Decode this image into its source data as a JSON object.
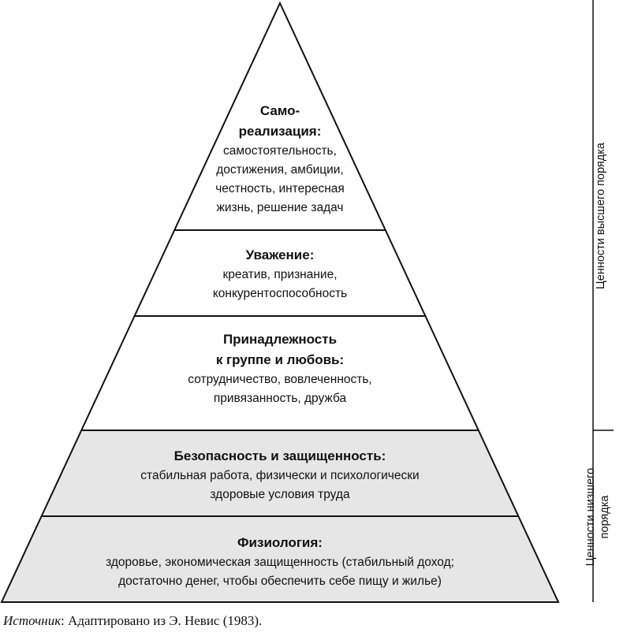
{
  "levels": [
    {
      "id": "self-actualization",
      "title_lines": [
        "Само-",
        "реализация"
      ],
      "desc_lines": [
        "самостоятельность,",
        "достижения, амбиции,",
        "честность, интересная",
        "жизнь, решение задач"
      ],
      "fill": "#ffffff"
    },
    {
      "id": "esteem",
      "title_lines": [
        "Уважение"
      ],
      "desc_lines": [
        "креатив, признание,",
        "конкурентоспособность"
      ],
      "fill": "#ffffff"
    },
    {
      "id": "belonging",
      "title_lines": [
        "Принадлежность",
        "к группе и любовь"
      ],
      "desc_lines": [
        "сотрудничество, вовлеченность,",
        "привязанность, дружба"
      ],
      "fill": "#ffffff"
    },
    {
      "id": "safety",
      "title_lines": [
        "Безопасность и защищенность"
      ],
      "desc_lines": [
        "стабильная работа, физически и психологически",
        "здоровые условия труда"
      ],
      "fill": "#e6e6e6"
    },
    {
      "id": "physiology",
      "title_lines": [
        "Физиология"
      ],
      "desc_lines": [
        "здоровье, экономическая защищенность (стабильный доход;",
        "достаточно денег, чтобы обеспечить себе пищу и жилье)"
      ],
      "fill": "#e6e6e6"
    }
  ],
  "side_labels": {
    "higher": [
      "Ценности высшего порядка"
    ],
    "lower": [
      "Ценности низшего",
      "порядка"
    ]
  },
  "source": {
    "label": "Источник",
    "text": ": Адаптировано из Э. Невис (1983)."
  }
}
